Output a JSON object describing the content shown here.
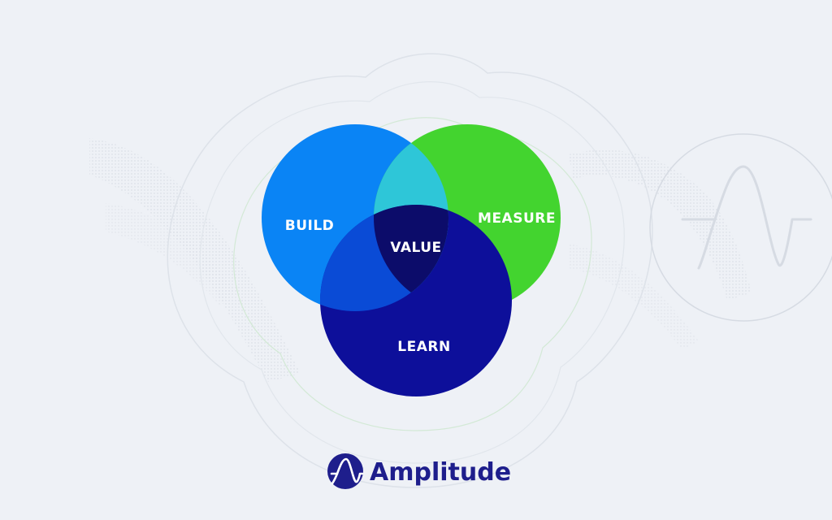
{
  "diagram": {
    "type": "venn",
    "sets": [
      {
        "id": "build",
        "label": "BUILD",
        "color": "#0a84f5"
      },
      {
        "id": "measure",
        "label": "MEASURE",
        "color": "#43d42f"
      },
      {
        "id": "learn",
        "label": "LEARN",
        "color": "#0d0f9a"
      }
    ],
    "intersections": {
      "build_measure": {
        "color": "#2ec6d8"
      },
      "build_learn": {
        "color": "#0a4bd6"
      },
      "center": {
        "label": "VALUE",
        "color": "#0c0c6a"
      }
    }
  },
  "brand": {
    "name": "Amplitude",
    "color": "#1e1e8c",
    "icon": "amplitude-logo-icon"
  },
  "background": {
    "color": "#eef1f6",
    "decoration": "amplitude-watermark-icon"
  }
}
